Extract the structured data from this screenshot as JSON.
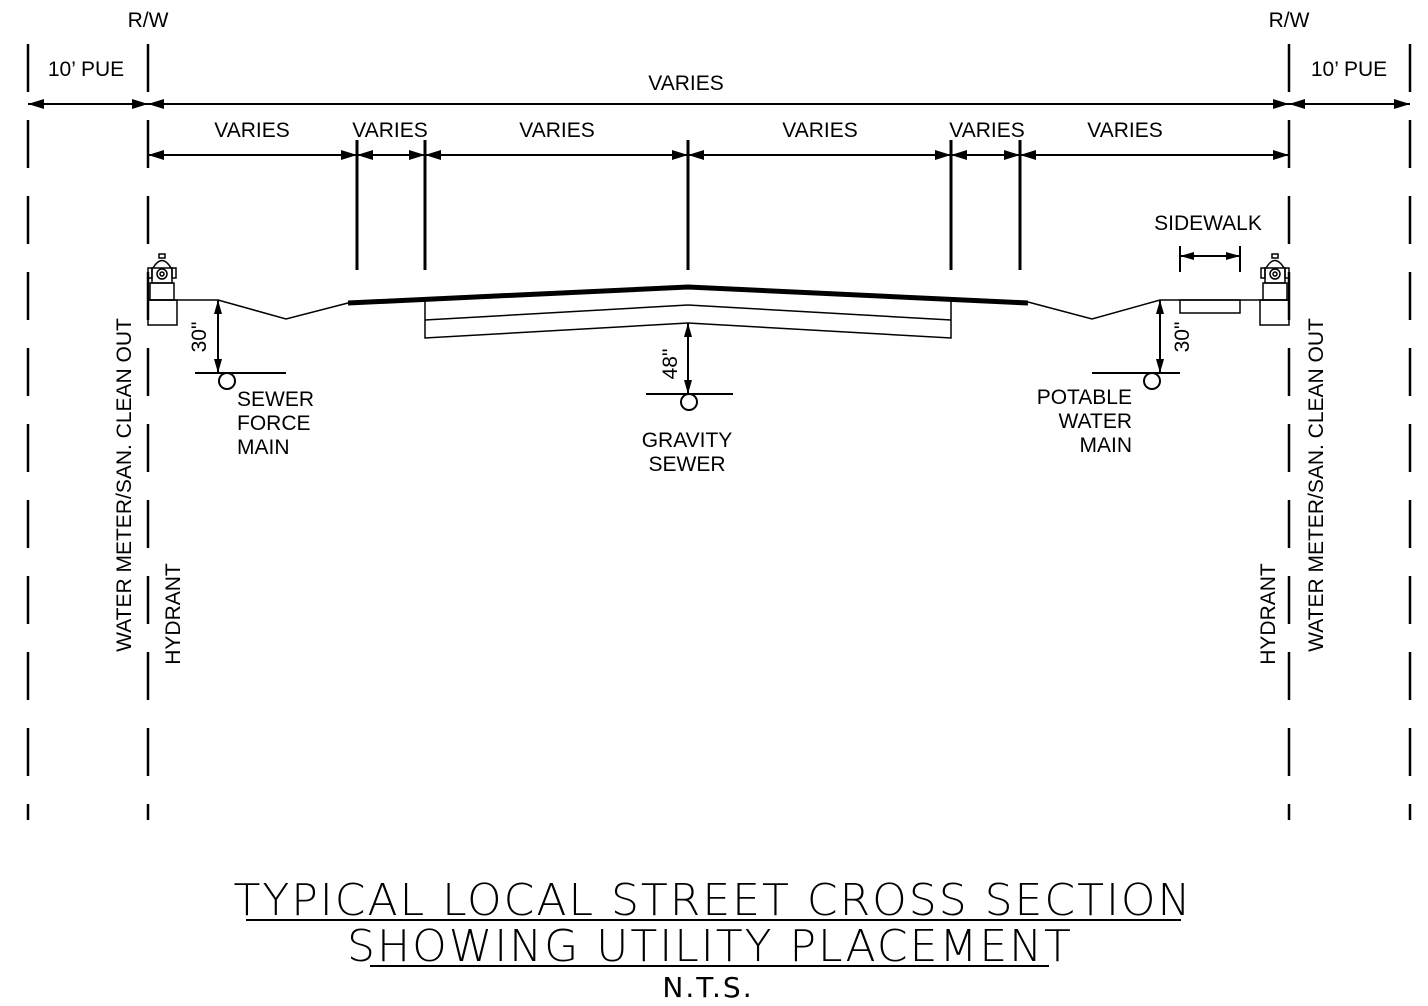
{
  "row_labels": {
    "left_rw": "R/W",
    "right_rw": "R/W",
    "left_pue": "10’ PUE",
    "right_pue": "10’ PUE",
    "overall": "VARIES"
  },
  "segments": [
    "VARIES",
    "VARIES",
    "VARIES",
    "VARIES",
    "VARIES",
    "VARIES"
  ],
  "sidewalk": "SIDEWALK",
  "depths": {
    "sewer_force": "30\"",
    "gravity": "48\"",
    "potable": "30\""
  },
  "utilities": {
    "sewer_force": [
      "SEWER",
      "FORCE",
      "MAIN"
    ],
    "gravity": [
      "GRAVITY",
      "SEWER"
    ],
    "potable": [
      "POTABLE",
      "WATER",
      "MAIN"
    ]
  },
  "vertical": {
    "left_meter": "WATER METER/SAN. CLEAN OUT",
    "left_hydrant": "HYDRANT",
    "right_hydrant": "HYDRANT",
    "right_meter": "WATER METER/SAN. CLEAN OUT"
  },
  "title": {
    "line1": "TYPICAL LOCAL STREET CROSS SECTION",
    "line2": "SHOWING UTILITY PLACEMENT",
    "scale": "N.T.S."
  },
  "icons": [
    "fire-hydrant-icon",
    "fire-hydrant-icon"
  ]
}
